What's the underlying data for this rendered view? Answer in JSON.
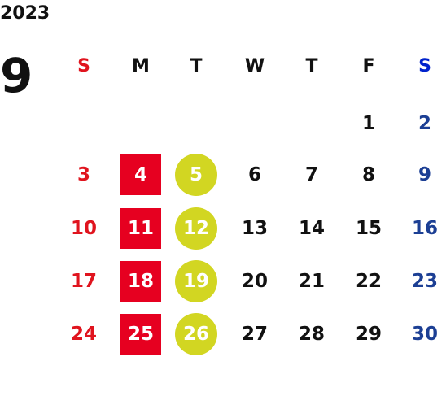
{
  "calendar": {
    "year": "2023",
    "month": "9",
    "weekdays": [
      "S",
      "M",
      "T",
      "W",
      "T",
      "F",
      "S"
    ],
    "weeks": [
      [
        "",
        "",
        "",
        "",
        "",
        "1",
        "2"
      ],
      [
        "3",
        "4",
        "5",
        "6",
        "7",
        "8",
        "9"
      ],
      [
        "10",
        "11",
        "12",
        "13",
        "14",
        "15",
        "16"
      ],
      [
        "17",
        "18",
        "19",
        "20",
        "21",
        "22",
        "23"
      ],
      [
        "24",
        "25",
        "26",
        "27",
        "28",
        "29",
        "30"
      ]
    ],
    "highlighted_days": {
      "monday_square": [
        "4",
        "11",
        "18",
        "25"
      ],
      "tuesday_circle": [
        "5",
        "12",
        "19",
        "26"
      ]
    }
  },
  "colors": {
    "sunday": "#e0141e",
    "saturday_header": "#0022cc",
    "saturday": "#1c3f94",
    "monday_highlight": "#e60020",
    "tuesday_highlight": "#d2d622"
  }
}
